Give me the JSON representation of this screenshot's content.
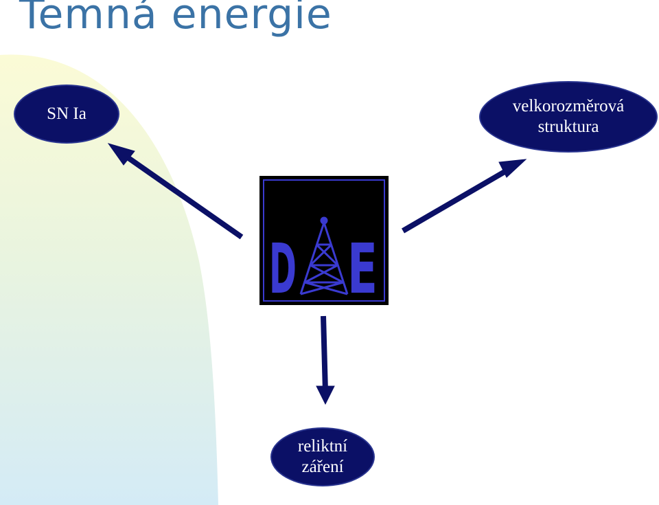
{
  "slide": {
    "title": "Temná energie",
    "colors": {
      "title": "#3b73a6",
      "ellipse_fill": "#0b1066",
      "arrow": "#0b1066",
      "logo_blue": "#3a3ad0"
    }
  },
  "nodes": {
    "sn_ia": "SN Ia",
    "large_scale_line1": "velkorozměrová",
    "large_scale_line2": "struktura",
    "cmb_line1": "reliktní",
    "cmb_line2": "záření"
  },
  "logo": {
    "letter_left": "D",
    "letter_right": "E",
    "icon": "radio-tower-icon"
  }
}
